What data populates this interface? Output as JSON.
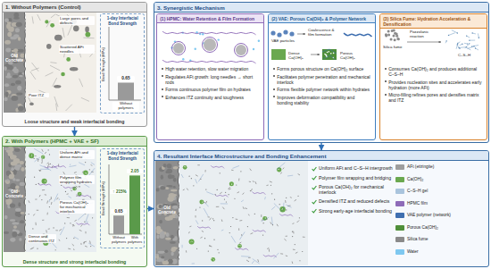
{
  "diagram": {
    "nodes": [
      {
        "text": [
          "1. Without Polymers (Control)",
          "Loose structure and weak interfacial bonding"
        ]
      },
      {
        "text": [
          "1-day Interfacial Bond Strength"
        ],
        "in": 0
      },
      {
        "text": [
          "2. With Polymers (HPMC + VAE + SF)",
          "Dense structure and strong interfacial bonding"
        ]
      },
      {
        "text": [
          "1-day Interfacial Bond Strength"
        ],
        "in": 2
      },
      {
        "text": [
          "3. Synergistic Mechanism"
        ]
      },
      {
        "text": [
          "(1) HPMC: Water Retention & Film Formation",
          "High water retention, slow water migration",
          "Regulates AFt growth: long needles → short rods",
          "Forms continuous polymer film on hydrates",
          "Enhances ITZ continuity and toughness"
        ],
        "in": 4
      },
      {
        "text": [
          "(2) VAE: Porous Ca(OH)₂ & Polymer Network",
          "Forms porous structure on Ca(OH)₂ surface",
          "Facilitates polymer penetration and mechanical interlock",
          "Forms flexible polymer network within hydrates",
          "Improves deformation compatibility and bonding stability"
        ],
        "in": 4
      },
      {
        "text": [
          "(3) Silica Fume: Hydration Acceleration & Densification",
          "Consumes Ca(OH)₂ and produces additional C–S–H",
          "Provides nucleation sites and accelerates early hydration (more AFt)",
          "Micro-filling refines pores and densifies matrix and ITZ"
        ],
        "in": 4
      },
      {
        "text": [
          "4. Resultant Interface Microstructure and Bonding Enhancement",
          "Uniform AFt and C–S–H intergrowth",
          "Polymer film wrapping and bridging",
          "Porous Ca(OH)₂ for mechanical interlock",
          "Densified ITZ and reduced defects",
          "Strong early-age interfacial bonding"
        ]
      }
    ],
    "edges": [
      {
        "from": 0,
        "to": 2,
        "arrow": "to"
      },
      {
        "from": 2,
        "to": 8,
        "arrow": "to"
      },
      {
        "from": 4,
        "to": 8,
        "arrow": "to"
      }
    ],
    "labels": [
      "Old Concrete",
      "Large pores and defects",
      "Scattered AFt needles",
      "Poor ITZ",
      "0.65",
      "Bond Strength (MPa)",
      "Without polymers",
      "Old Concrete",
      "Uniform AFt and dense matrix",
      "Polymer film wrapping hydrates",
      "Porous Ca(OH)₂ for mechanical interlock",
      "Dense and continuous ITZ",
      "0.65",
      "2.05",
      "↑ 215%",
      "Without polymers",
      "With polymers",
      "Bond Strength (MPa)",
      "VAE particles",
      "Coalescence & film formation",
      "Dense Ca(OH)₂",
      "Porous Ca(OH)₂",
      "Silica fume",
      "Pozzolanic reaction",
      "C–S–H",
      "Old Concrete"
    ],
    "legend": [
      {
        "text": "AFt (ettringite)",
        "color": "#9e9e9e"
      },
      {
        "text": "Ca(OH)₂",
        "color": "#6aa84f"
      },
      {
        "text": "C–S–H gel",
        "color": "#a9c4dd"
      },
      {
        "text": "HPMC film",
        "color": "#8e6bb8"
      },
      {
        "text": "VAE polymer (network)",
        "color": "#3f6fb0"
      },
      {
        "text": "Porous Ca(OH)₂",
        "color": "#4f8f3a"
      },
      {
        "text": "Silica fume",
        "color": "#8a8a8a"
      },
      {
        "text": "Water",
        "color": "#7ec8f0"
      }
    ]
  }
}
